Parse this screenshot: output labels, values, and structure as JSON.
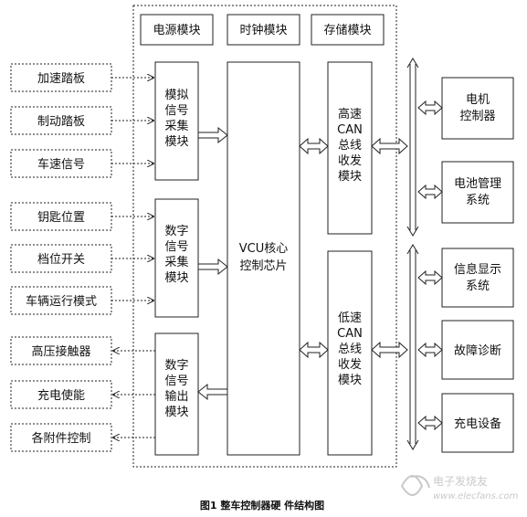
{
  "top_modules": [
    "电源模块",
    "时钟模块",
    "存储模块"
  ],
  "inputs_analog": [
    "加速踏板",
    "制动踏板",
    "车速信号"
  ],
  "inputs_digital": [
    "钥匙位置",
    "档位开关",
    "车辆运行模式"
  ],
  "outputs_digital": [
    "高压接触器",
    "充电使能",
    "各附件控制"
  ],
  "modules": {
    "analog_acq": [
      "模拟",
      "信号",
      "采集",
      "模块"
    ],
    "digital_acq": [
      "数字",
      "信号",
      "采集",
      "模块"
    ],
    "digital_out": [
      "数字",
      "信号",
      "输出",
      "模块"
    ],
    "vcu_core": [
      "VCU核心",
      "控制芯片"
    ],
    "can_high": [
      "高速",
      "CAN",
      "总线",
      "收发",
      "模块"
    ],
    "can_low": [
      "低速",
      "CAN",
      "总线",
      "收发",
      "模块"
    ]
  },
  "high_can_devices": [
    [
      "电机",
      "控制器"
    ],
    [
      "电池管理",
      "系统"
    ]
  ],
  "low_can_devices": [
    [
      "信息显示",
      "系统"
    ],
    [
      "故障诊断"
    ],
    [
      "充电设备"
    ]
  ],
  "caption": "图1 整车控制器硬 件结构图",
  "watermark": {
    "brand": "电子发烧友",
    "url": "www.elecfans.com"
  },
  "colors": {
    "line": "#222222",
    "box_fill": "#ffffff",
    "watermark": "#c9c9c9"
  }
}
